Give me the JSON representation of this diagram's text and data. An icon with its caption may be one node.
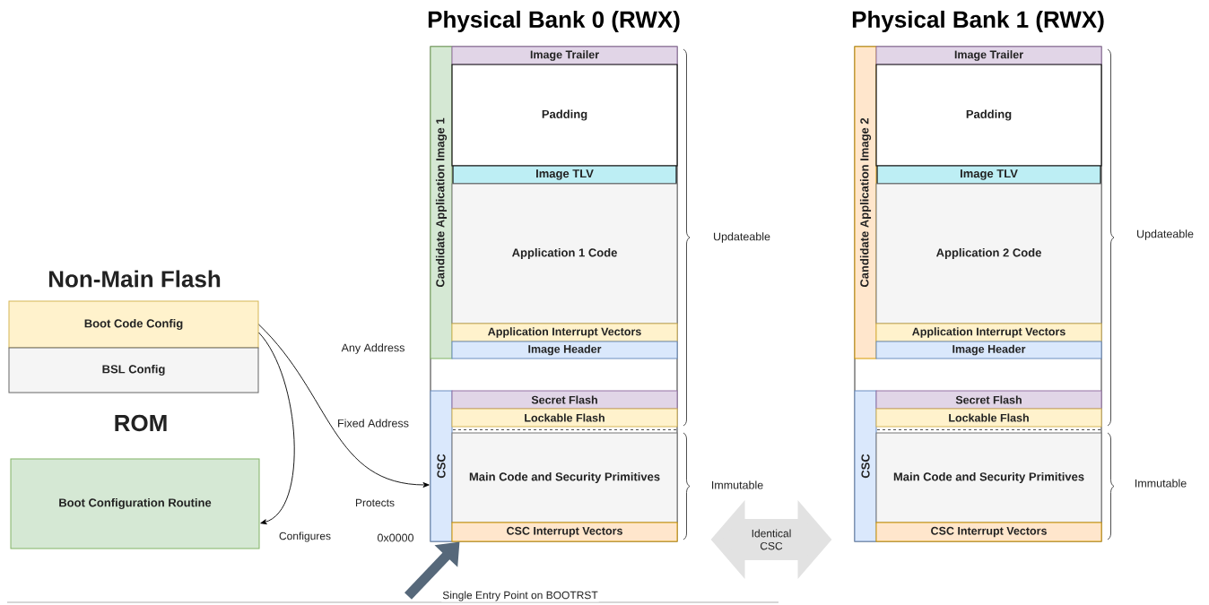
{
  "diagram": {
    "nodes": [
      {
        "text": [
          "Boot Code Config"
        ]
      },
      {
        "text": [
          "BSL Config"
        ]
      },
      {
        "text": [
          "Boot Configuration Routine"
        ]
      },
      {
        "text": [
          "Physical Bank 0 (RWX)"
        ]
      },
      {
        "text": [
          "Candidate Application Image 1"
        ],
        "in": 3
      },
      {
        "text": [
          "Image Trailer"
        ],
        "in": 3
      },
      {
        "text": [
          "Padding"
        ],
        "in": 3
      },
      {
        "text": [
          "Image TLV"
        ],
        "in": 3
      },
      {
        "text": [
          "Application 1 Code"
        ],
        "in": 3
      },
      {
        "text": [
          "Application Interrupt Vectors"
        ],
        "in": 3
      },
      {
        "text": [
          "Image Header"
        ],
        "in": 3
      },
      {
        "text": [
          "CSC"
        ],
        "in": 3
      },
      {
        "text": [
          "Secret Flash"
        ],
        "in": 3
      },
      {
        "text": [
          "Lockable Flash"
        ],
        "in": 3
      },
      {
        "text": [
          "Main Code and Security Primitives"
        ],
        "in": 3
      },
      {
        "text": [
          "CSC Interrupt Vectors"
        ],
        "in": 3
      },
      {
        "text": [
          "Physical Bank 1 (RWX)"
        ]
      },
      {
        "text": [
          "Candidate Application Image 2"
        ],
        "in": 16
      },
      {
        "text": [
          "Image Trailer"
        ],
        "in": 16
      },
      {
        "text": [
          "Padding"
        ],
        "in": 16
      },
      {
        "text": [
          "Image TLV"
        ],
        "in": 16
      },
      {
        "text": [
          "Application 2 Code"
        ],
        "in": 16
      },
      {
        "text": [
          "Application Interrupt Vectors"
        ],
        "in": 16
      },
      {
        "text": [
          "Image Header"
        ],
        "in": 16
      },
      {
        "text": [
          "CSC"
        ],
        "in": 16
      },
      {
        "text": [
          "Secret Flash"
        ],
        "in": 16
      },
      {
        "text": [
          "Lockable Flash"
        ],
        "in": 16
      },
      {
        "text": [
          "Main Code and Security Primitives"
        ],
        "in": 16
      },
      {
        "text": [
          "CSC Interrupt Vectors"
        ],
        "in": 16
      }
    ],
    "edges": [
      {
        "from": 0,
        "to": 11,
        "arrow": "to",
        "label": "Protects"
      },
      {
        "from": 0,
        "to": 2,
        "arrow": "to",
        "label": "Configures"
      },
      {
        "from": null,
        "to": 15,
        "arrow": "to",
        "label": "Single Entry Point on BOOTRST",
        "style": "thick",
        "color": "#56687a"
      },
      {
        "from": 3,
        "to": 16,
        "arrow": "both",
        "label": "Identical CSC",
        "style": "thick",
        "color": "#e2e2e2"
      }
    ],
    "labels": [
      "Non-Main Flash",
      "ROM",
      "Any Address",
      "Fixed Address",
      "0x0000",
      "Updateable",
      "Immutable",
      "Updateable",
      "Immutable"
    ]
  }
}
